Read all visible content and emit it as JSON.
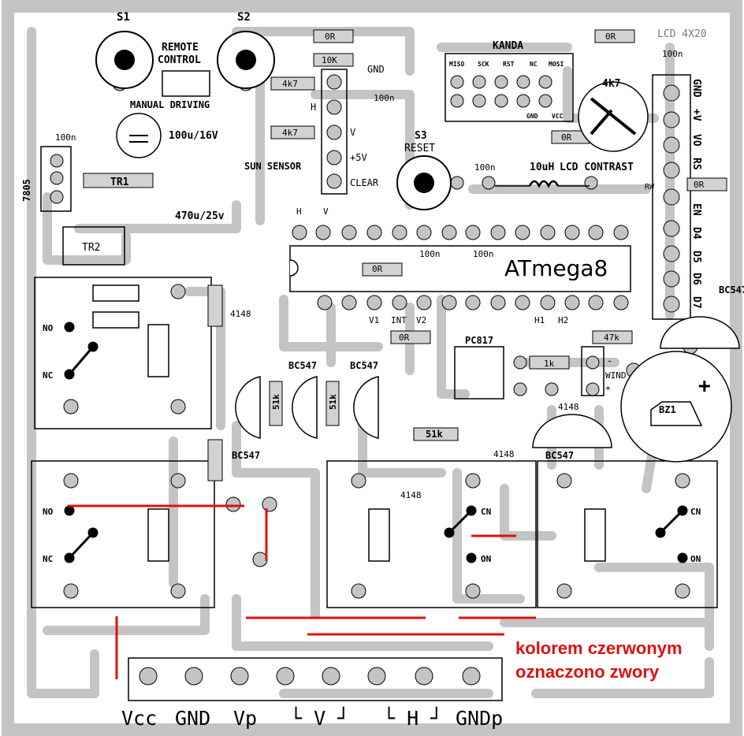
{
  "colors": {
    "board": "#ffffff",
    "copper": "#c4c4c4",
    "ink": "#000000",
    "jumper": "#e0100f"
  },
  "header": {
    "s1": "S1",
    "s2": "S2",
    "remote": "REMOTE",
    "control": "CONTROL",
    "manual": "MANUAL DRIVING",
    "lcd": "LCD 4X20"
  },
  "kanda": {
    "title": "KANDA",
    "pins_top": [
      "MISO",
      "SCK",
      "RST",
      "NC",
      "MOSI"
    ],
    "pins_bottom": [
      "GND",
      "VCC"
    ]
  },
  "components": {
    "r0r": "0R",
    "r10k": "10K",
    "r4k7": "4k7",
    "c100n": "100n",
    "cap100u": "100u/16V",
    "reg": "7805",
    "tr1": "TR1",
    "tr2": "TR2",
    "cap470": "470u/25v",
    "gnd": "GND",
    "h": "H",
    "v": "V",
    "plus5": "+5V",
    "clear": "CLEAR",
    "sun": "SUN SENSOR",
    "s3": "S3",
    "reset": "RESET",
    "inductor": "10uH",
    "contrast": "LCD CONTRAST",
    "pot": "4k7",
    "mcu": "ATmega8",
    "bc547": "BC547",
    "pc817": "PC817",
    "r51k": "51k",
    "r1k": "1k",
    "r47k": "47k",
    "diode": "4148",
    "bz1": "BZ1",
    "plus": "+",
    "minus": "-",
    "wind": "WIND",
    "no": "NO",
    "nc": "NC",
    "on": "ON",
    "cn": "CN",
    "rw": "RW",
    "lcdpins": [
      "GND",
      "+V",
      "VO",
      "RS",
      "EN",
      "D4",
      "D5",
      "D6",
      "D7"
    ],
    "mcupins": [
      "H",
      "V",
      "V1",
      "INT",
      "V2",
      "H1",
      "H2"
    ]
  },
  "terminals": [
    "Vcc",
    "GND",
    "Vp",
    "└ V ┘",
    "└ H ┘",
    "GNDp"
  ],
  "note": {
    "line1": "kolorem czerwonym",
    "line2": "oznaczono zwory"
  }
}
